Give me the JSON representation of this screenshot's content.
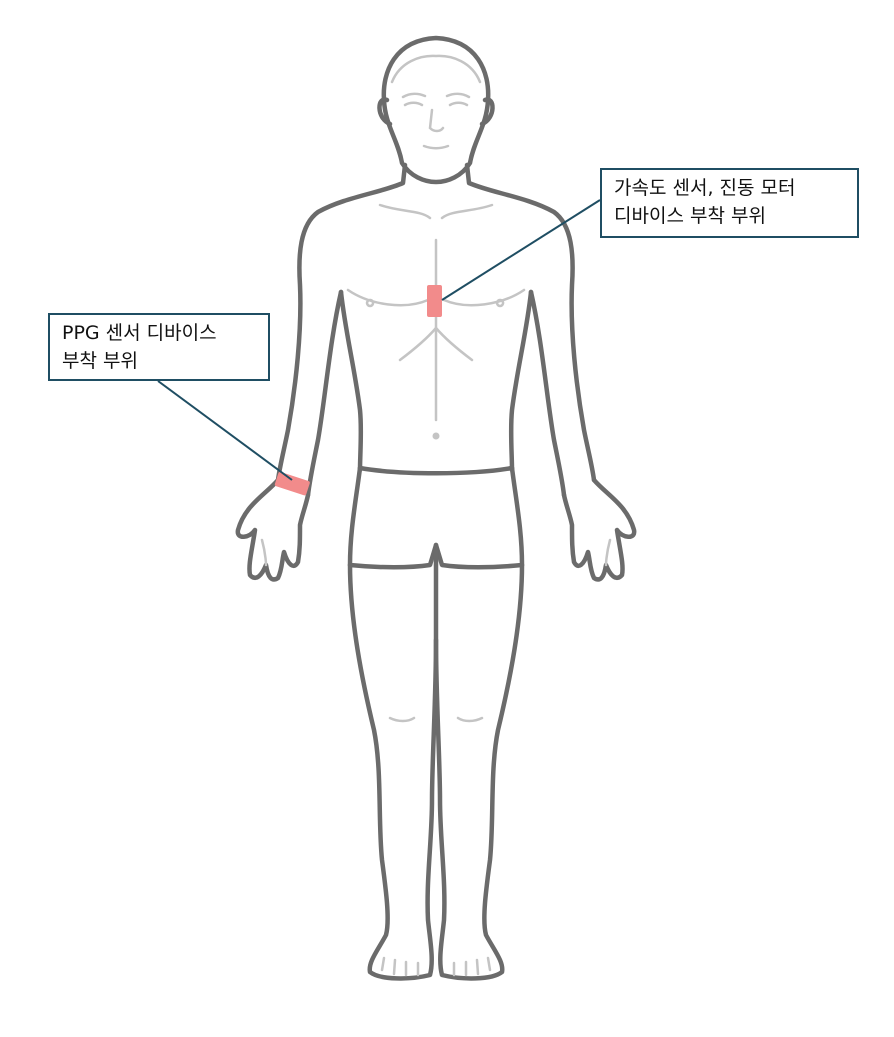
{
  "callouts": {
    "chest": {
      "line1": "가속도 센서, 진동 모터",
      "line2": "디바이스 부착 부위"
    },
    "wrist": {
      "line1": "PPG 센서 디바이스",
      "line2": "부착 부위"
    }
  },
  "colors": {
    "body_outline": "#6b6b6b",
    "body_detail": "#c4c4c4",
    "marker": "#f28b8b",
    "leader_line": "#1f4e63",
    "callout_border": "#1f4e63"
  }
}
